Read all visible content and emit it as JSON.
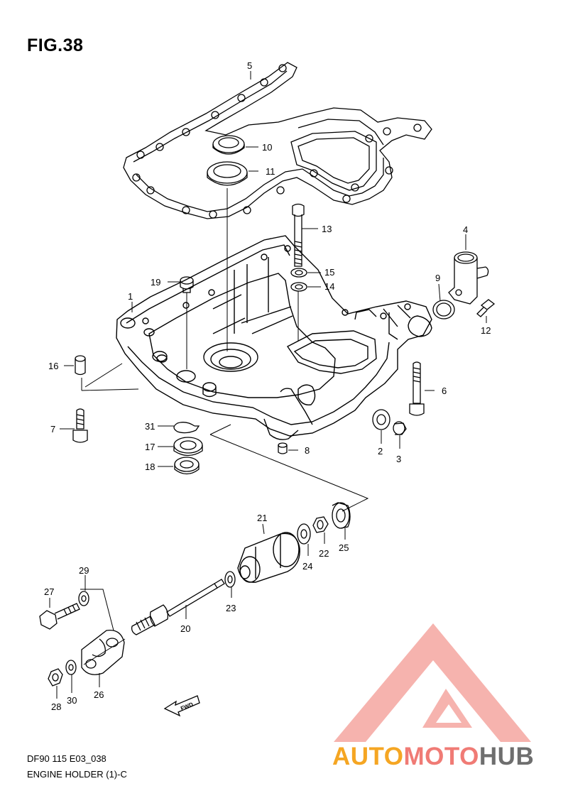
{
  "figure": {
    "title": "FIG.38",
    "code": "DF90 115 E03_038",
    "name": "ENGINE HOLDER (1)-C",
    "fwd_label": "FWD"
  },
  "brand": {
    "part1": "AUTO",
    "part2": "MOTO",
    "part3": "HUB",
    "color_orange": "#f5a623",
    "color_red": "#f07b75",
    "color_gray": "#6e6e6e"
  },
  "callouts": [
    "1",
    "2",
    "3",
    "4",
    "5",
    "6",
    "7",
    "8",
    "9",
    "10",
    "11",
    "12",
    "13",
    "14",
    "15",
    "16",
    "17",
    "18",
    "19",
    "20",
    "21",
    "22",
    "23",
    "24",
    "25",
    "26",
    "27",
    "28",
    "29",
    "30",
    "31"
  ]
}
